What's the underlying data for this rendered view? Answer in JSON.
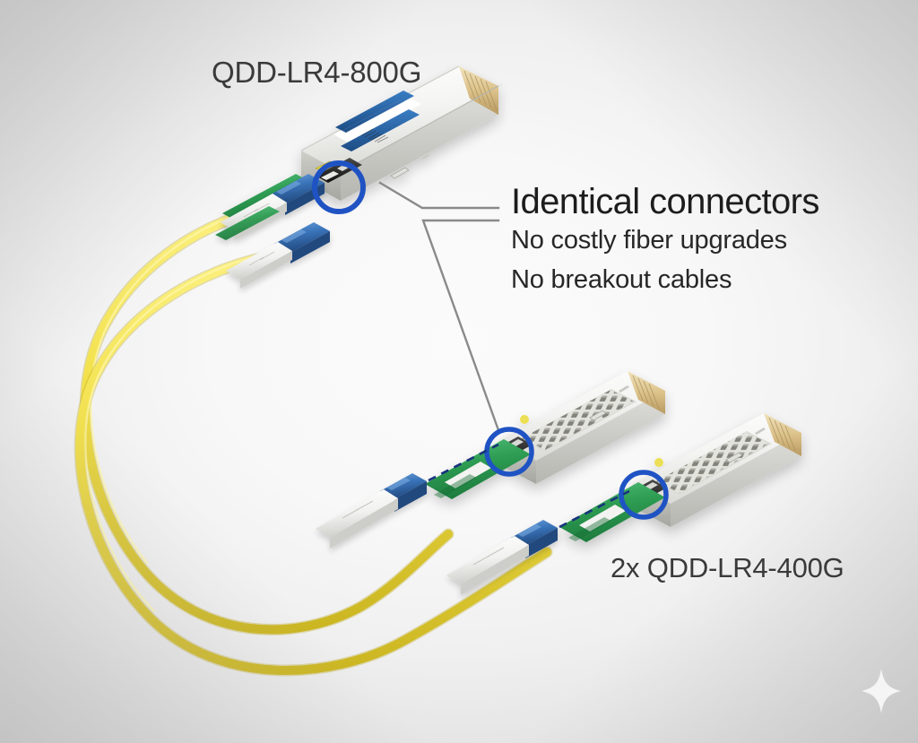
{
  "scene": {
    "type": "product-diagram",
    "subject": "800G QSFP-DD optical transceiver breakout comparison",
    "background_color": "#f5f5f5",
    "background_edge_color": "#d2d2d2"
  },
  "labels": {
    "module_800g": "QDD-LR4-800G",
    "module_400g": "2x QDD-LR4-400G"
  },
  "callout": {
    "headline": "Identical connectors",
    "line_1": "No costly fiber upgrades",
    "line_2": "No breakout cables",
    "headline_color": "#1d1d1d",
    "leader_line_color": "#8a8a8a"
  },
  "highlights": {
    "ring_color": "#1f53c4",
    "ring_label": "lc-port-highlight",
    "count": 3,
    "dashed_link_color": "#18337e"
  },
  "parts": {
    "transceiver_body_color": "#f2f2f0",
    "pull_tab_color": "#2f9e54",
    "lc_connector_color": "#2f6fb5",
    "fiber_jacket_color": "#f0dd42",
    "fiber_boot_color": "#f3f3f1",
    "gold_contact_color": "#d9c08a",
    "heatsink_color": "#8e8e86",
    "product_label_color": "#1f5fa8",
    "warning_label_color": "#e7d84a"
  },
  "modules": [
    {
      "name": "QDD-LR4-800G",
      "position": "top",
      "form_factor": "QSFP-DD",
      "port_highlighted": true,
      "attached_fibers": 2
    },
    {
      "name": "QDD-LR4-400G",
      "position": "middle-right",
      "form_factor": "QSFP-DD",
      "port_highlighted": true,
      "attached_fibers": 1
    },
    {
      "name": "QDD-LR4-400G",
      "position": "bottom-right",
      "form_factor": "QSFP-DD",
      "port_highlighted": true,
      "attached_fibers": 1
    }
  ],
  "decoration": {
    "sparkle": "four-point-star",
    "sparkle_color": "#fdfdfd"
  }
}
